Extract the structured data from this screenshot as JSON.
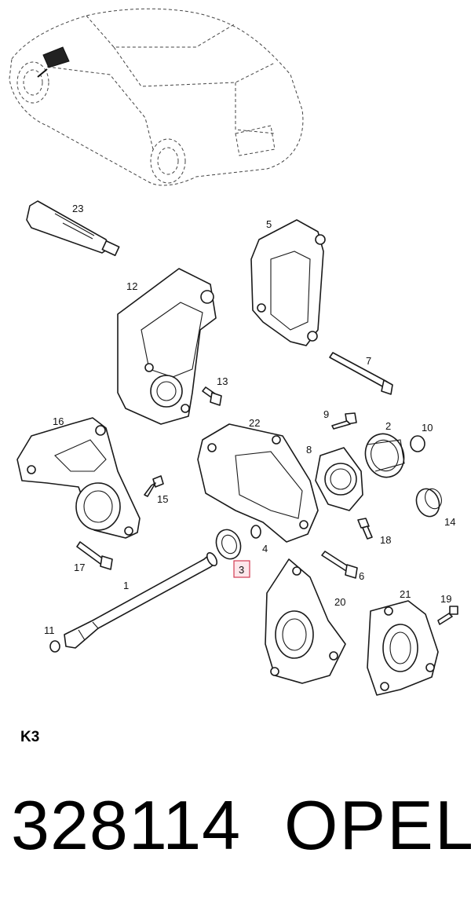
{
  "diagram": {
    "highlighted_part": "3",
    "highlight_color": "#d23a52",
    "labels": [
      {
        "id": "1",
        "text": "1"
      },
      {
        "id": "2",
        "text": "2"
      },
      {
        "id": "3",
        "text": "3"
      },
      {
        "id": "4",
        "text": "4"
      },
      {
        "id": "5",
        "text": "5"
      },
      {
        "id": "6",
        "text": "6"
      },
      {
        "id": "7",
        "text": "7"
      },
      {
        "id": "8",
        "text": "8"
      },
      {
        "id": "9",
        "text": "9"
      },
      {
        "id": "10",
        "text": "10"
      },
      {
        "id": "11",
        "text": "11"
      },
      {
        "id": "12",
        "text": "12"
      },
      {
        "id": "13",
        "text": "13"
      },
      {
        "id": "14",
        "text": "14"
      },
      {
        "id": "15",
        "text": "15"
      },
      {
        "id": "16",
        "text": "16"
      },
      {
        "id": "17",
        "text": "17"
      },
      {
        "id": "18",
        "text": "18"
      },
      {
        "id": "19",
        "text": "19"
      },
      {
        "id": "20",
        "text": "20"
      },
      {
        "id": "21",
        "text": "21"
      },
      {
        "id": "22",
        "text": "22"
      },
      {
        "id": "23",
        "text": "23"
      }
    ]
  },
  "section_code": "K3",
  "part_number": "328114",
  "brand": "OPEL"
}
